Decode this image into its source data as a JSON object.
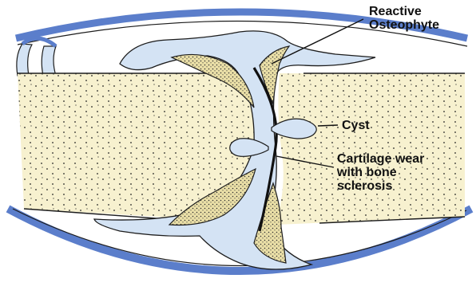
{
  "labels": {
    "reactive_osteophyte": "Reactive\nOsteophyte",
    "cyst": "Cyst",
    "cartilage_wear": "Cartilage wear\nwith bone\nsclerosis"
  },
  "colors": {
    "bone_fill": "#f7f1cf",
    "capsule_blue": "#5b7ecb",
    "synovium_fill": "#d4e3f4",
    "osteophyte_fill": "#eadfa7",
    "outline": "#1c1c1c",
    "text": "#111111"
  }
}
